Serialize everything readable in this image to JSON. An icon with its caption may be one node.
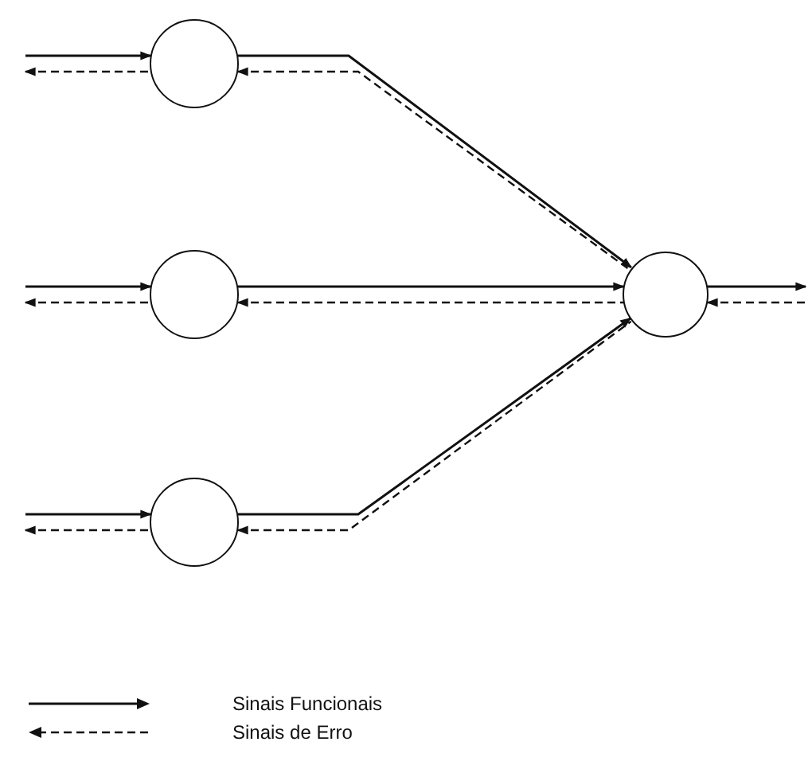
{
  "diagram": {
    "nodes": [
      {
        "text": [],
        "shape": "circle"
      },
      {
        "text": [],
        "shape": "circle"
      },
      {
        "text": [],
        "shape": "circle"
      },
      {
        "text": [],
        "shape": "circle"
      }
    ],
    "edges": [
      {
        "from": null,
        "to": 0,
        "arrow": "to"
      },
      {
        "from": null,
        "to": 1,
        "arrow": "to"
      },
      {
        "from": null,
        "to": 2,
        "arrow": "to"
      },
      {
        "from": 0,
        "to": 3,
        "arrow": "to"
      },
      {
        "from": 1,
        "to": 3,
        "arrow": "to"
      },
      {
        "from": 2,
        "to": 3,
        "arrow": "to"
      },
      {
        "from": 3,
        "to": null,
        "arrow": "to"
      },
      {
        "from": null,
        "to": 3,
        "arrow": "to",
        "style": "dashed"
      },
      {
        "from": 3,
        "to": 0,
        "arrow": "to",
        "style": "dashed"
      },
      {
        "from": 3,
        "to": 1,
        "arrow": "to",
        "style": "dashed"
      },
      {
        "from": 3,
        "to": 2,
        "arrow": "to",
        "style": "dashed"
      },
      {
        "from": 0,
        "to": null,
        "arrow": "to",
        "style": "dashed"
      },
      {
        "from": 1,
        "to": null,
        "arrow": "to",
        "style": "dashed"
      },
      {
        "from": 2,
        "to": null,
        "arrow": "to",
        "style": "dashed"
      }
    ],
    "legend": [
      {
        "text": "Sinais Funcionais"
      },
      {
        "text": "Sinais de Erro"
      }
    ]
  }
}
